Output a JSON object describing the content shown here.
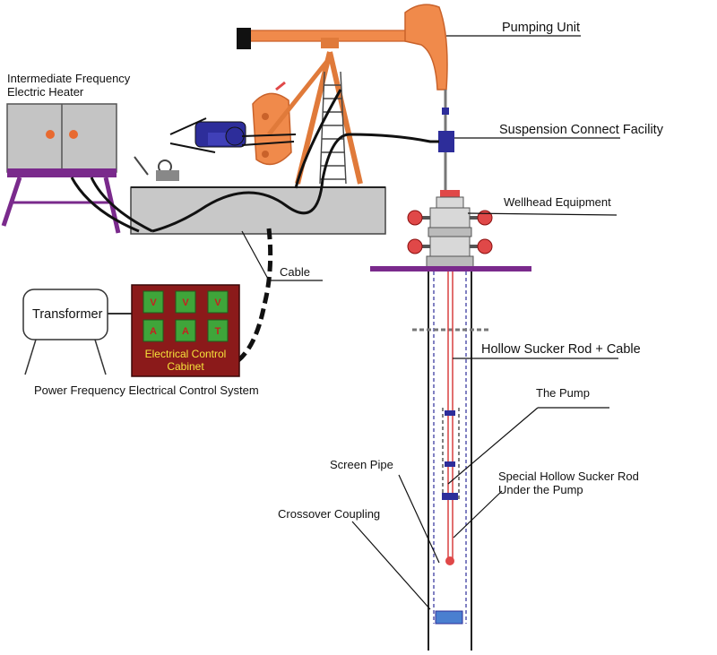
{
  "labels": {
    "pumping_unit": "Pumping Unit",
    "suspension": "Suspension Connect Facility",
    "wellhead": "Wellhead Equipment",
    "heater_line1": "Intermediate Frequency",
    "heater_line2": "Electric Heater",
    "cable": "Cable",
    "transformer": "Transformer",
    "cabinet_line1": "Electrical Control",
    "cabinet_line2": "Cabinet",
    "power_system": "Power Frequency Electrical Control System",
    "hollow_rod": "Hollow Sucker Rod + Cable",
    "pump": "The Pump",
    "screen_pipe": "Screen Pipe",
    "special_rod_line1": "Special Hollow Sucker Rod",
    "special_rod_line2": "Under the Pump",
    "crossover": "Crossover Coupling"
  },
  "meters": [
    "V",
    "V",
    "V",
    "A",
    "A",
    "T"
  ],
  "colors": {
    "pumping_unit": "#f08a4b",
    "pumping_unit_stroke": "#c9622a",
    "base": "#c8c8c8",
    "heater": "#c4c4c4",
    "stand": "#7a2a8c",
    "cabinet": "#8b1a1a",
    "meter": "#3fa53a",
    "motor": "#2d2d9a",
    "valve": "#e04848",
    "cable": "#111111"
  }
}
